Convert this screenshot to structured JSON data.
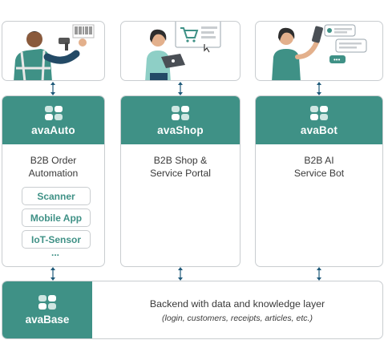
{
  "columns": [
    {
      "title": "avaAuto",
      "description_line1": "B2B Order",
      "description_line2": "Automation",
      "options": [
        "Scanner",
        "Mobile App",
        "IoT-Sensor"
      ],
      "more": "..."
    },
    {
      "title": "avaShop",
      "description_line1": "B2B Shop &",
      "description_line2": "Service Portal"
    },
    {
      "title": "avaBot",
      "description_line1": "B2B AI",
      "description_line2": "Service Bot"
    }
  ],
  "base": {
    "title": "avaBase",
    "description": "Backend with data and knowledge layer",
    "details": "(login, customers, receipts, articles, etc.)"
  },
  "colors": {
    "accent": "#3f9186",
    "border": "#c9cdd0",
    "text": "#3a3a3a",
    "connector": "#1f5a7a"
  }
}
